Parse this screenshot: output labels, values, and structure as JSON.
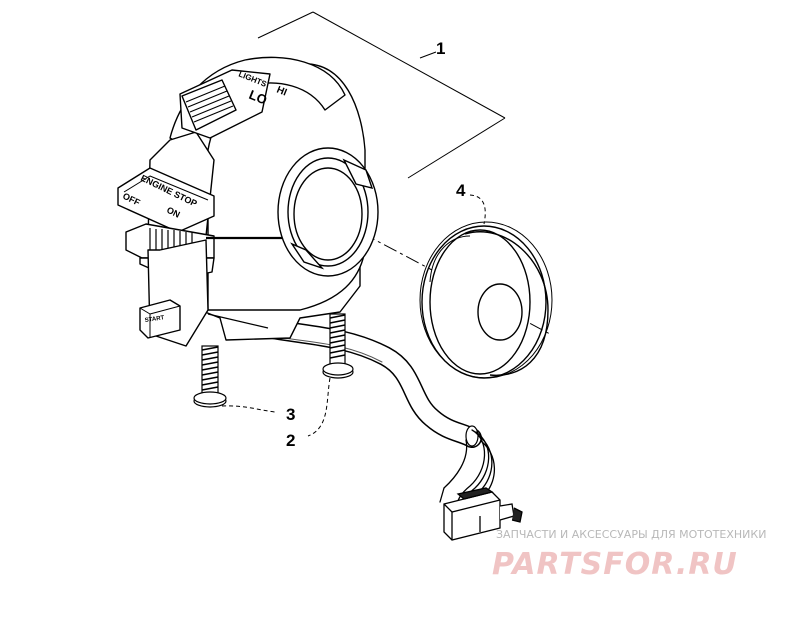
{
  "callouts": {
    "one": "1",
    "two": "2",
    "three": "3",
    "four": "4"
  },
  "switch_labels": {
    "lights": "LIGHTS",
    "hi": "HI",
    "lo": "LO",
    "engine_stop": "ENGINE STOP",
    "off": "OFF",
    "on": "ON",
    "button": "START"
  },
  "watermark": {
    "tagline": "ЗАПЧАСТИ И АКСЕССУАРЫ ДЛЯ МОТОТЕХНИКИ",
    "logo": "PARTSFOR.RU"
  },
  "colors": {
    "ink": "#000000",
    "shade": "#555555",
    "watermark_logo": "#f0c4c4",
    "watermark_text": "#b8b8b8"
  }
}
